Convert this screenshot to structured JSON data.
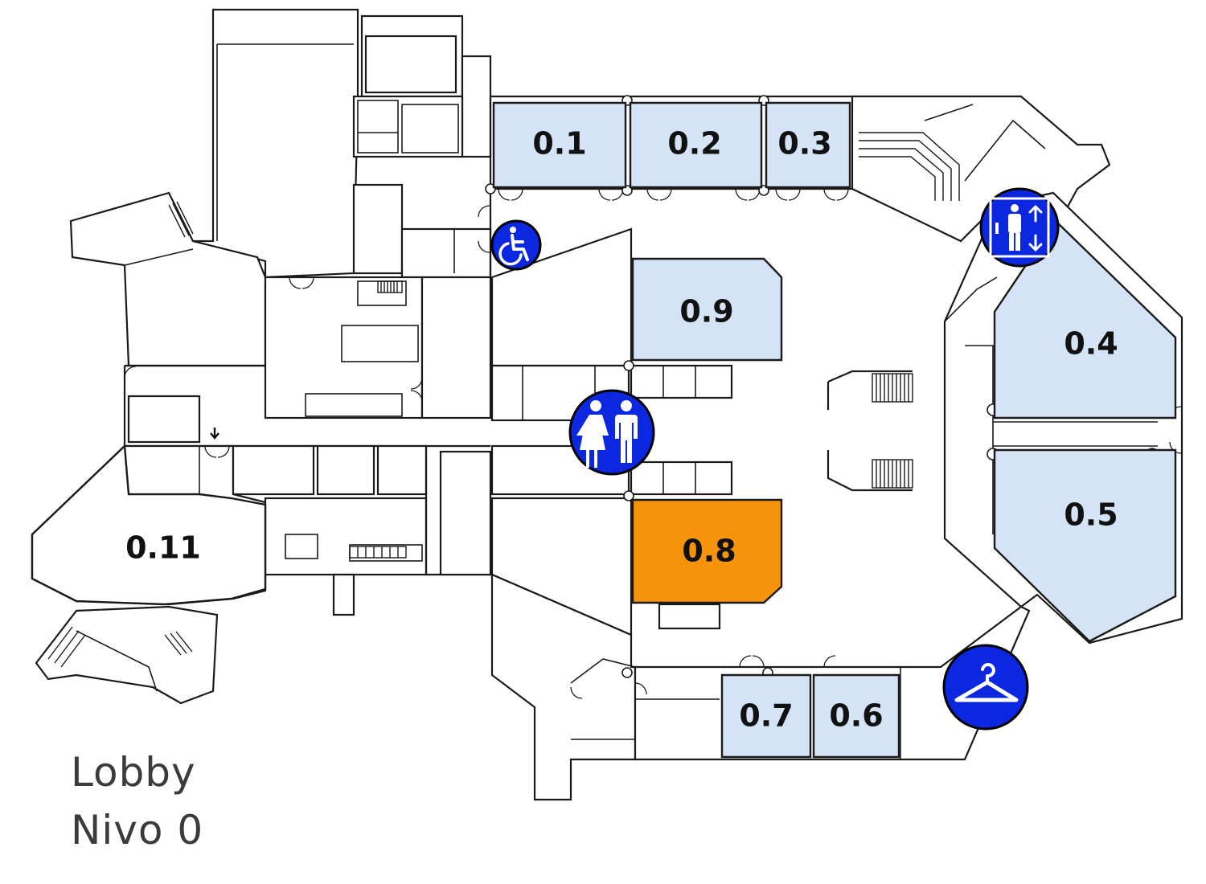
{
  "colors": {
    "room_fill": "#d5e3f6",
    "room_selected": "#f5930a",
    "icon_blue": "#0c27e0"
  },
  "rooms": [
    {
      "id": "0.1",
      "label": "0.1",
      "selected": false
    },
    {
      "id": "0.2",
      "label": "0.2",
      "selected": false
    },
    {
      "id": "0.3",
      "label": "0.3",
      "selected": false
    },
    {
      "id": "0.4",
      "label": "0.4",
      "selected": false
    },
    {
      "id": "0.5",
      "label": "0.5",
      "selected": false
    },
    {
      "id": "0.6",
      "label": "0.6",
      "selected": false
    },
    {
      "id": "0.7",
      "label": "0.7",
      "selected": false
    },
    {
      "id": "0.8",
      "label": "0.8",
      "selected": true
    },
    {
      "id": "0.9",
      "label": "0.9",
      "selected": false
    },
    {
      "id": "0.11",
      "label": "0.11",
      "selected": false
    }
  ],
  "icons": [
    "wheelchair-icon",
    "elevator-icon",
    "restroom-icon",
    "cloakroom-icon"
  ],
  "floor": {
    "line1": "Lobby",
    "line2": "Nivo 0"
  }
}
